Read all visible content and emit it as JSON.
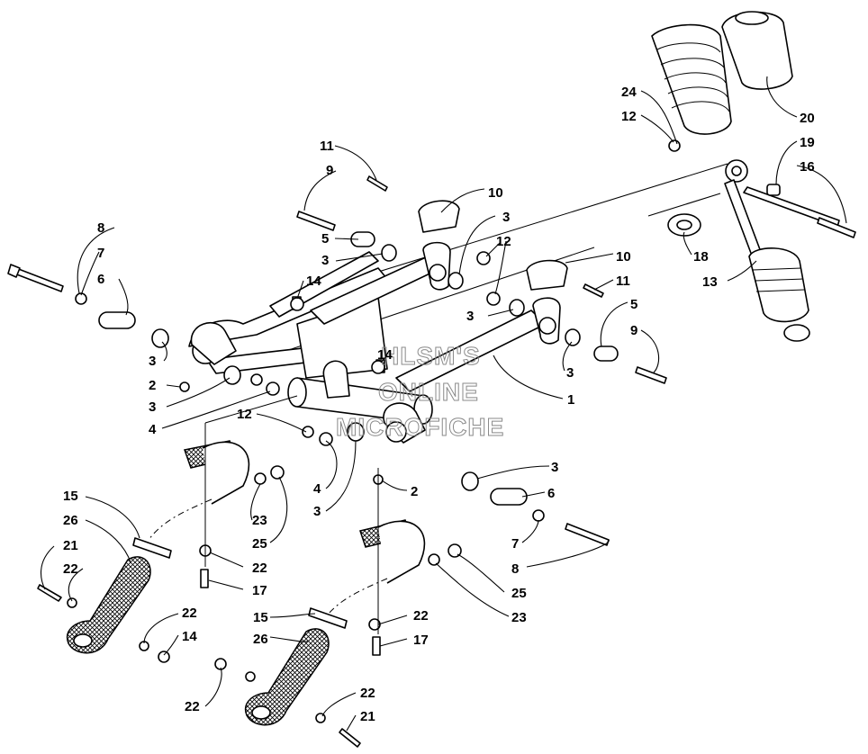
{
  "watermark": [
    "HLSM'S",
    "ONLINE",
    "MICROFICHE"
  ],
  "callouts": {
    "c1": "1",
    "c2a": "2",
    "c2b": "2",
    "c3a": "3",
    "c3b": "3",
    "c3c": "3",
    "c3d": "3",
    "c3e": "3",
    "c3f": "3",
    "c3g": "3",
    "c4a": "4",
    "c4b": "4",
    "c5a": "5",
    "c5b": "5",
    "c6a": "6",
    "c6b": "6",
    "c7a": "7",
    "c7b": "7",
    "c8a": "8",
    "c8b": "8",
    "c9a": "9",
    "c9b": "9",
    "c10a": "10",
    "c10b": "10",
    "c11a": "11",
    "c11b": "11",
    "c12a": "12",
    "c12b": "12",
    "c12c": "12",
    "c13": "13",
    "c14a": "14",
    "c14b": "14",
    "c14c": "14",
    "c15a": "15",
    "c15b": "15",
    "c16": "16",
    "c17a": "17",
    "c17b": "17",
    "c18": "18",
    "c19": "19",
    "c20": "20",
    "c21a": "21",
    "c21b": "21",
    "c22a": "22",
    "c22b": "22",
    "c22c": "22",
    "c22d": "22",
    "c22e": "22",
    "c22f": "22",
    "c23a": "23",
    "c23b": "23",
    "c24": "24",
    "c25a": "25",
    "c25b": "25",
    "c26a": "26",
    "c26b": "26"
  }
}
